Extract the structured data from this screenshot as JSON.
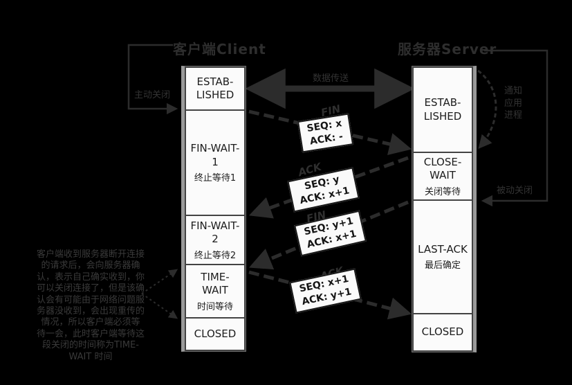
{
  "client": {
    "title": "客户端Client",
    "states": [
      {
        "en": "ESTAB-\nLISHED",
        "zh": ""
      },
      {
        "en": "FIN-WAIT-\n1",
        "zh": "终止等待1"
      },
      {
        "en": "FIN-WAIT-\n2",
        "zh": "终止等待2"
      },
      {
        "en": "TIME-\nWAIT",
        "zh": "时间等待"
      },
      {
        "en": "CLOSED",
        "zh": ""
      }
    ]
  },
  "server": {
    "title": "服务器Server",
    "states": [
      {
        "en": "ESTAB-\nLISHED",
        "zh": ""
      },
      {
        "en": "CLOSE-\nWAIT",
        "zh": "关闭等待"
      },
      {
        "en": "LAST-ACK",
        "zh": "最后确定"
      },
      {
        "en": "CLOSED",
        "zh": ""
      }
    ]
  },
  "messages": [
    {
      "label": "FIN",
      "seq": "SEQ: x",
      "ack": "ACK: -"
    },
    {
      "label": "ACK",
      "seq": "SEQ: y",
      "ack": "ACK: x+1"
    },
    {
      "label": "FIN",
      "seq": "SEQ: y+1",
      "ack": "ACK: x+1"
    },
    {
      "label": "ACK",
      "seq": "SEQ: x+1",
      "ack": "ACK: y+1"
    }
  ],
  "annotations": {
    "data_transfer": "数据传送",
    "active_close": "主动关闭",
    "passive_close": "被动关闭",
    "notify_app": "通知应用进程",
    "time_wait_note": "客户端收到服务器断开连接\n的请求后，会向服务器确\n认，表示自己确实收到，你\n可以关闭连接了，但是该确\n认会有可能由于网络问题服\n务器没收到，会出现重传的\n情况，所以客户端必须等\n待一会，此时客户端等待这\n段关闭的时间称为TIME-\nWAIT 时间"
  },
  "colors": {
    "background": "#000000",
    "box_fill": "#fbfbfb",
    "box_border": "#434343",
    "column_edge": "#9a9a9a",
    "connector": "#2c2c2c",
    "faint_text": "#333333",
    "note_text": "#3a3a3a",
    "msg_box_border": "#171717"
  }
}
